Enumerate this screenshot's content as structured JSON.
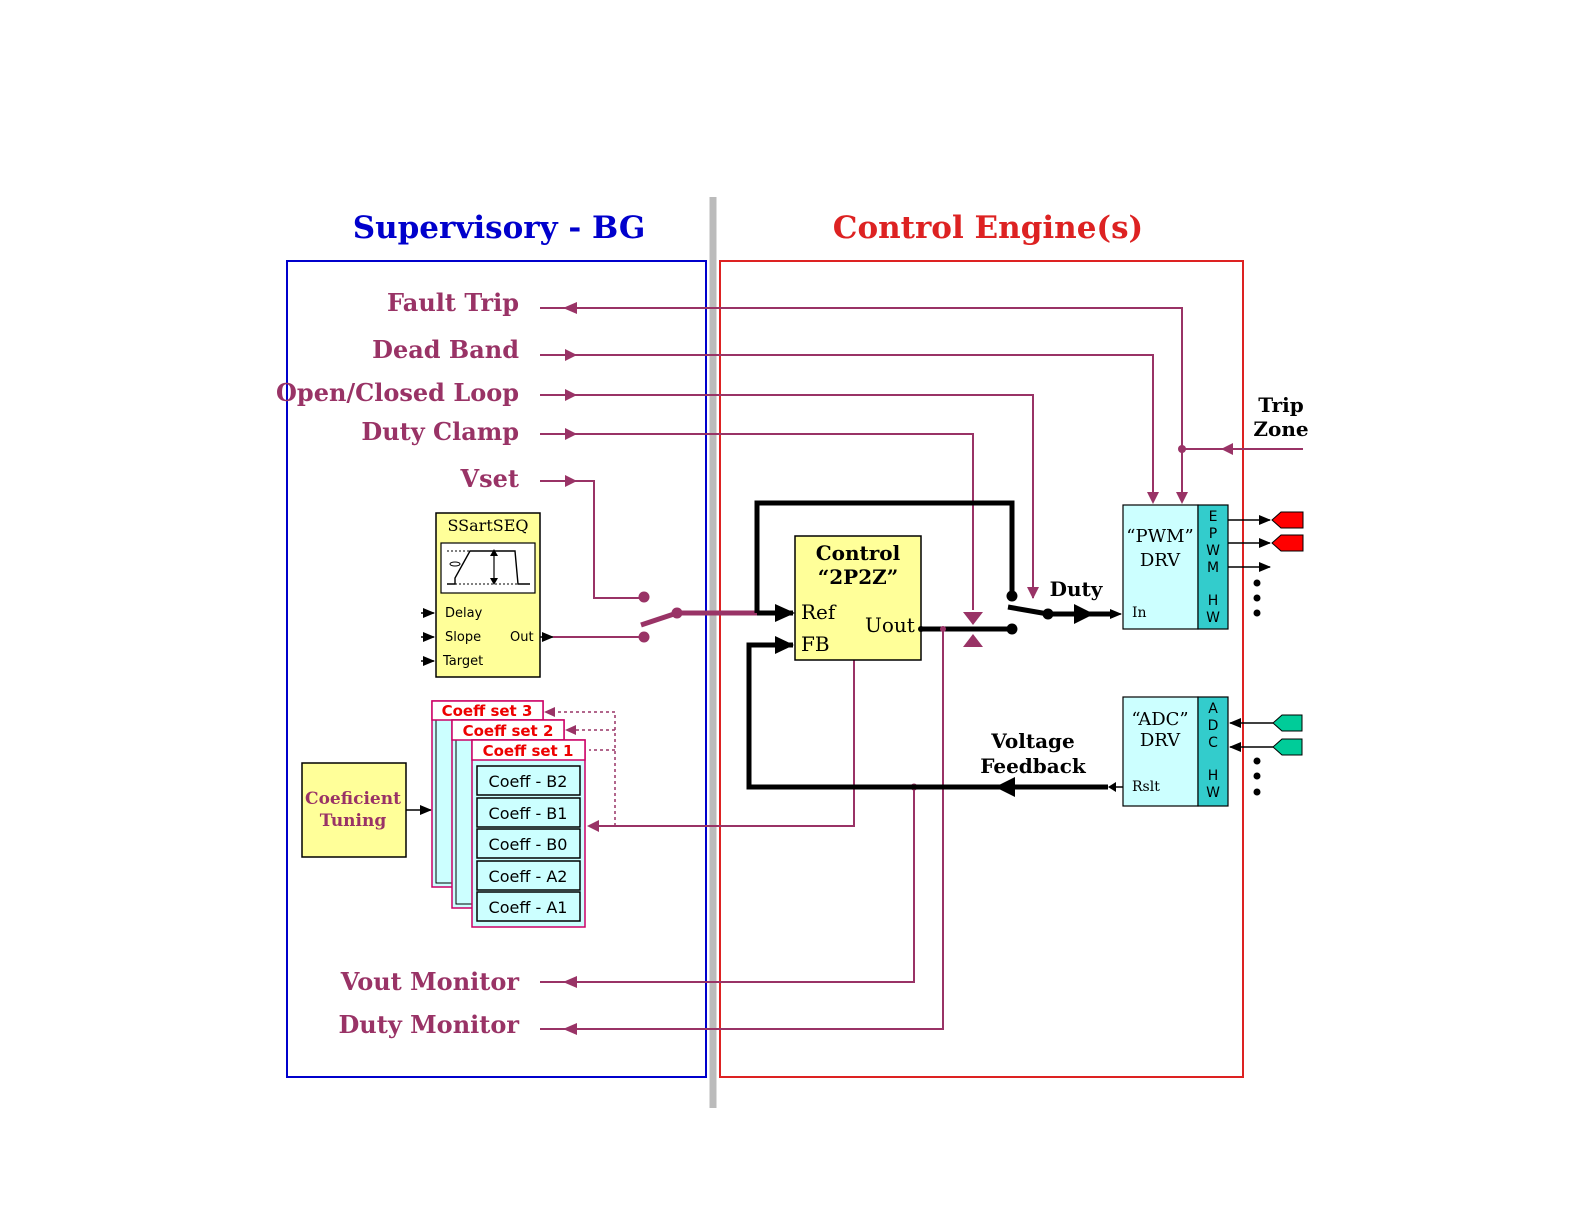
{
  "headings": {
    "supervisory": "Supervisory - BG",
    "control": "Control Engine(s)"
  },
  "signals": {
    "fault_trip": "Fault Trip",
    "dead_band": "Dead Band",
    "open_closed_loop": "Open/Closed Loop",
    "duty_clamp": "Duty Clamp",
    "vset": "Vset",
    "vout_monitor": "Vout Monitor",
    "duty_monitor": "Duty Monitor"
  },
  "trip_zone": {
    "line1": "Trip",
    "line2": "Zone"
  },
  "ssartseq": {
    "title": "SSartSEQ",
    "inputs": [
      "Delay",
      "Slope",
      "Target"
    ],
    "output": "Out"
  },
  "coeff_tuning": {
    "line1": "Coeficient",
    "line2": "Tuning"
  },
  "coeff_sets": [
    "Coeff set 3",
    "Coeff set 2",
    "Coeff set 1"
  ],
  "coeffs": [
    "Coeff - B2",
    "Coeff - B1",
    "Coeff - B0",
    "Coeff - A2",
    "Coeff - A1"
  ],
  "control_block": {
    "line1": "Control",
    "line2": "“2P2Z”",
    "ref": "Ref",
    "fb": "FB",
    "uout": "Uout"
  },
  "duty_label": "Duty",
  "voltage_feedback": {
    "line1": "Voltage",
    "line2": "Feedback"
  },
  "pwm_drv": {
    "line1": "“PWM”",
    "line2": "DRV",
    "input": "In",
    "hw_letters": [
      "E",
      "P",
      "W",
      "M",
      "H",
      "W"
    ]
  },
  "adc_drv": {
    "line1": "“ADC”",
    "line2": "DRV",
    "output": "Rslt",
    "hw_letters": [
      "A",
      "D",
      "C",
      "H",
      "W"
    ]
  },
  "colors": {
    "signal": "#993366",
    "supervisory": "#0000cc",
    "control": "#dd2222",
    "block_yellow": "#ffff99",
    "block_cyan": "#ccffff",
    "hw_teal": "#33cccc",
    "pwm_pin": "#ff0000",
    "adc_pin": "#00cc99"
  }
}
